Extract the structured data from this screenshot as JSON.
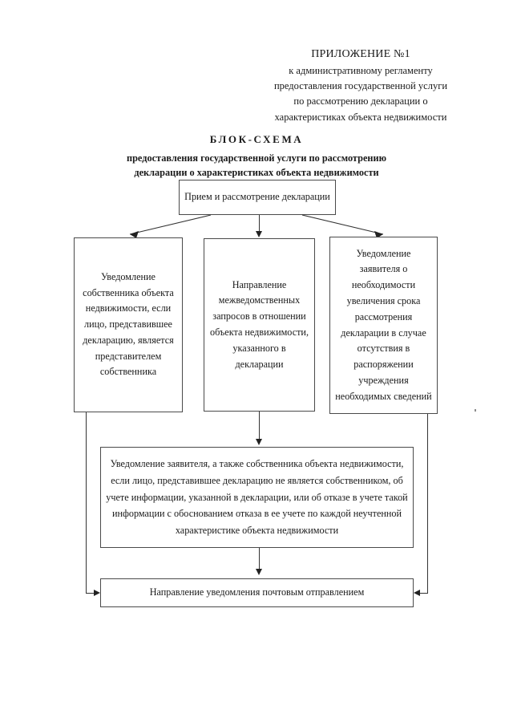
{
  "header": {
    "line1": "ПРИЛОЖЕНИЕ №1",
    "line2": "к административному регламенту",
    "line3": "предоставления государственной услуги",
    "line4": "по рассмотрению декларации о",
    "line5": "характеристиках объекта недвижимости"
  },
  "title": {
    "main": "БЛОК-СХЕМА",
    "sub_line1": "предоставления государственной услуги по рассмотрению",
    "sub_line2": "декларации о характеристиках объекта недвижимости"
  },
  "flowchart": {
    "boxes": {
      "intake": "Прием и рассмотрение декларации",
      "owner_notice": "Уведомление собственника объекта недвижимости, если лицо, представившее декларацию, является представителем собственника",
      "interagency_request": "Направление межведомственных запросов в отношении объекта недвижимости, указанного в декларации",
      "term_extension_notice": "Уведомление заявителя о необходимости увеличения срока рассмотрения декларации в случае отсутствия в распоряжении учреждения необходимых сведений",
      "result_notice": "Уведомление заявителя, а также собственника объекта недвижимости, если лицо, представившее декларацию не является собственником, об учете информации, указанной в декларации, или об отказе в учете такой информации с обоснованием отказа в ее учете по каждой неучтенной характеристике объекта недвижимости",
      "postal_dispatch": "Направление уведомления почтовым отправлением"
    }
  },
  "colors": {
    "text": "#1a1a1a",
    "box_border": "#4a4a4a",
    "connector": "#333333",
    "page_background": "#ffffff"
  }
}
